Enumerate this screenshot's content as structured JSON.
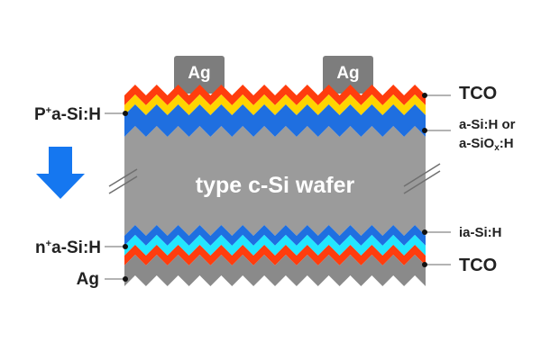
{
  "contacts": {
    "left": "Ag",
    "right": "Ag"
  },
  "wafer": {
    "label": "type c-Si wafer"
  },
  "labels": {
    "front_doped": {
      "prefix": "P",
      "sup": "+",
      "rest": "a-Si:H"
    },
    "front_tco": "TCO",
    "front_passivation_line1": "a-Si:H or",
    "front_passivation_line2_prefix": "a-SiO",
    "front_passivation_line2_sub": "x",
    "front_passivation_line2_suffix": ":H",
    "rear_intrinsic": "ia-Si:H",
    "rear_doped": {
      "prefix": "n",
      "sup": "+",
      "rest": "a-Si:H"
    },
    "rear_tco": "TCO",
    "rear_metal": "Ag"
  },
  "colors": {
    "silver": "#8a8a8a",
    "contact": "#7d7d7d",
    "contact_text": "#ffffff",
    "wafer": "#9b9b9b",
    "wafer_text": "#ffffff",
    "tco": "#ff3d0e",
    "p_layer": "#ffd400",
    "i_layer": "#1f6fe0",
    "n_layer": "#23e6ff",
    "arrow": "#1577f0",
    "label_text": "#222222",
    "leader": "#9a9a9a",
    "dot": "#111111"
  },
  "icons": {
    "arrow": "down-arrow-icon",
    "break_marks": "break-line-icon"
  }
}
